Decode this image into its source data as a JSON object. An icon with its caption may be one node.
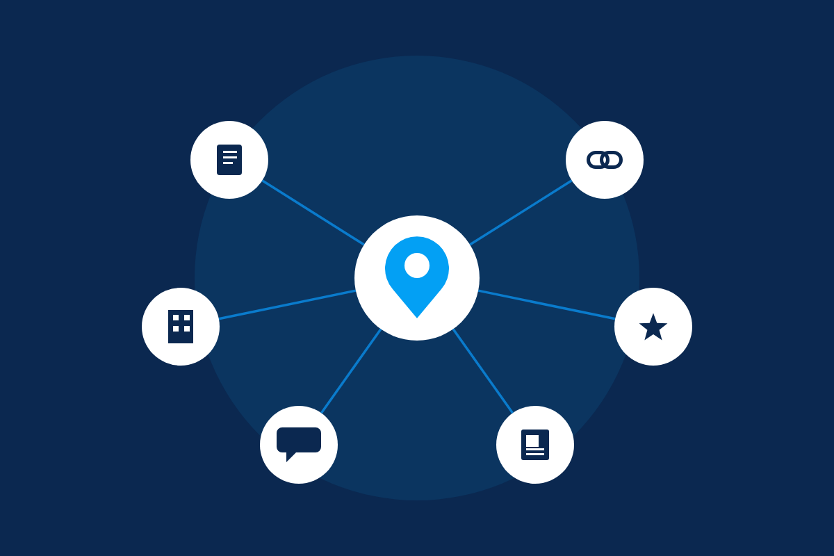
{
  "diagram": {
    "nodes": [
      {
        "text": [],
        "shape": "circle"
      },
      {
        "text": [],
        "shape": "circle"
      },
      {
        "text": [],
        "shape": "circle"
      },
      {
        "text": [],
        "shape": "circle"
      },
      {
        "text": [],
        "shape": "circle"
      },
      {
        "text": [],
        "shape": "circle"
      },
      {
        "text": [],
        "shape": "circle"
      }
    ],
    "edges": [
      {
        "from": 2,
        "to": 0,
        "arrow": "none"
      },
      {
        "from": 2,
        "to": 1,
        "arrow": "none"
      },
      {
        "from": 2,
        "to": 3,
        "arrow": "none"
      },
      {
        "from": 2,
        "to": 4,
        "arrow": "none"
      },
      {
        "from": 2,
        "to": 5,
        "arrow": "none"
      },
      {
        "from": 2,
        "to": 6,
        "arrow": "none"
      }
    ]
  }
}
